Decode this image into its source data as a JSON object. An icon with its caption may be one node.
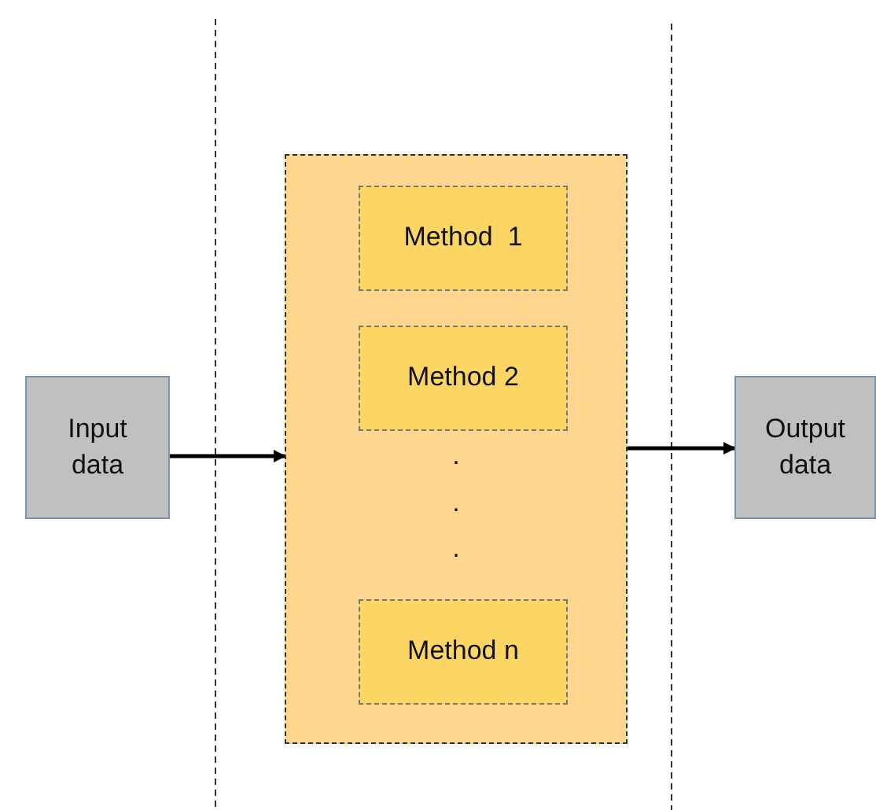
{
  "diagram": {
    "nodes": [
      {
        "text": [
          "Input data"
        ]
      },
      {
        "text": [],
        "shape": "box"
      },
      {
        "text": [
          "Method  1"
        ],
        "in": 1
      },
      {
        "text": [
          "Method 2"
        ],
        "in": 1
      },
      {
        "text": [
          "Method n"
        ],
        "in": 1
      },
      {
        "text": [
          "Output data"
        ]
      }
    ],
    "edges": [
      {
        "from": 0,
        "to": 1,
        "arrow": "to"
      },
      {
        "from": 1,
        "to": 5,
        "arrow": "to"
      }
    ],
    "labels": [
      ".",
      ".",
      "."
    ]
  }
}
